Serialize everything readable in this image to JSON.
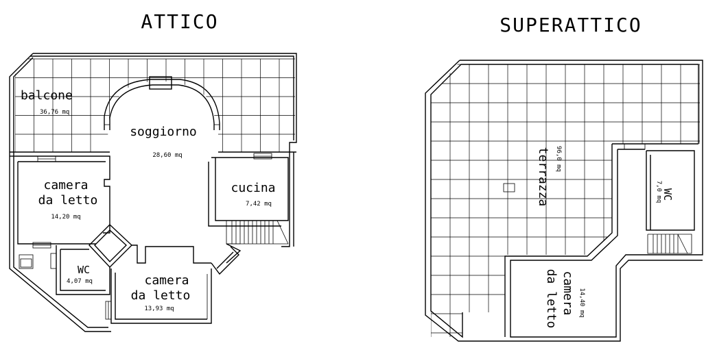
{
  "plans": [
    {
      "title": "ATTICO",
      "rooms": [
        {
          "name": "balcone",
          "area": "36,76 mq"
        },
        {
          "name": "soggiorno",
          "area": "28,60 mq"
        },
        {
          "name_lines": [
            "camera",
            "da letto"
          ],
          "area": "14,20 mq"
        },
        {
          "name": "cucina",
          "area": "7,42 mq"
        },
        {
          "name": "WC",
          "area": "4,07 mq"
        },
        {
          "name_lines": [
            "camera",
            "da letto"
          ],
          "area": "13,93 mq"
        }
      ]
    },
    {
      "title": "SUPERATTICO",
      "rooms": [
        {
          "name": "terrazza",
          "area": "96,0 mq"
        },
        {
          "name": "WC",
          "area": "7,0 mq"
        },
        {
          "name_lines": [
            "camera",
            "da letto"
          ],
          "area": "14,40 mq"
        }
      ]
    }
  ]
}
